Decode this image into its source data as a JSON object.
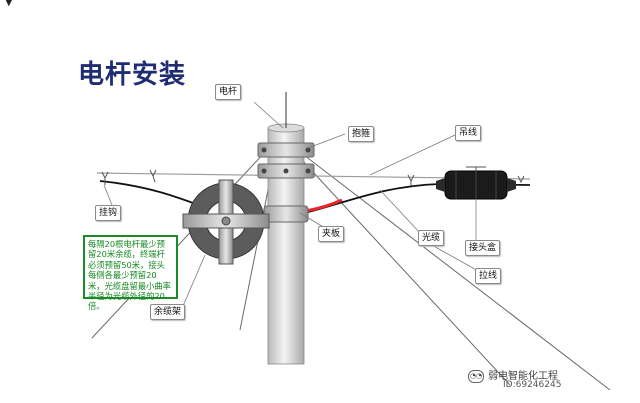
{
  "title": "电杆安装",
  "labels": {
    "pole": "电杆",
    "bracket": "抱箍",
    "messenger": "吊线",
    "hook": "挂钩",
    "clamp": "夹板",
    "cable": "光缆",
    "closure": "接头盒",
    "guy": "拉线",
    "storage": "余缆架"
  },
  "note": "每隔20根电杆最少预留20米余缆，终端杆必须预留50米，接头每侧各最少预留20米，光缆盘留最小曲率半径为光缆外径的20倍。",
  "watermark": {
    "name": "弱电智能化工程",
    "id": "ID:69246245",
    "icon": "wechat-icon"
  },
  "corner_mark": "▼",
  "colors": {
    "title": "#1f2c73",
    "note_border": "#1d8a2a",
    "note_text": "#158a22",
    "cable_highlight": "#e8262c"
  }
}
